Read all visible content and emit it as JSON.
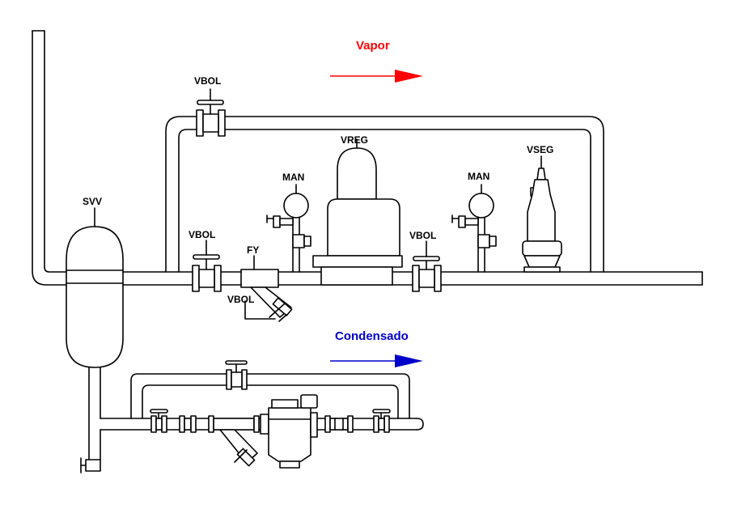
{
  "labels": {
    "vapor": "Vapor",
    "condensado": "Condensado",
    "vbol_top": "VBOL",
    "vreg": "VREG",
    "vseg": "VSEG",
    "man_left": "MAN",
    "man_right": "MAN",
    "vbol_left": "VBOL",
    "fy": "FY",
    "vbol_right": "VBOL",
    "vbol_lower": "VBOL",
    "svv": "SVV"
  },
  "colors": {
    "vapor": "#ff0000",
    "condensado": "#0000cc",
    "lines": "#000000"
  }
}
